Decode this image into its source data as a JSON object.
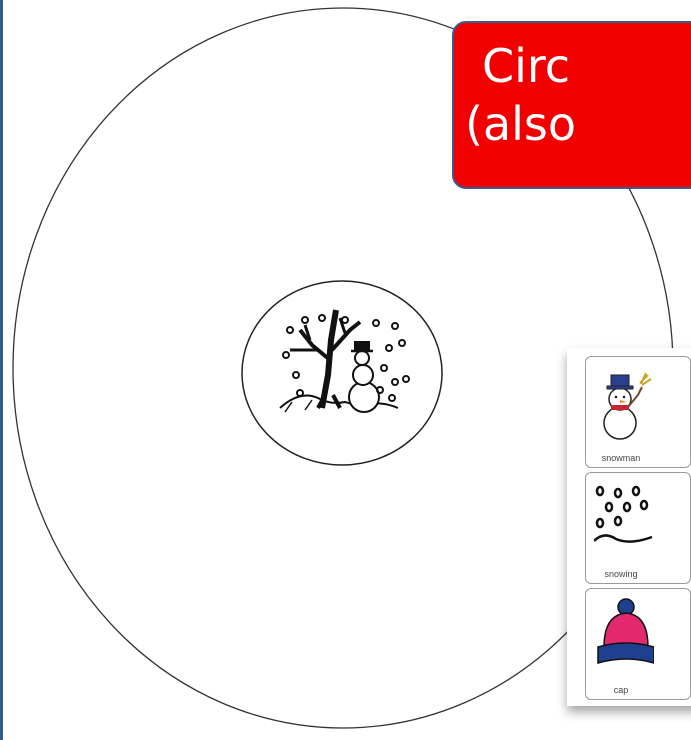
{
  "title": {
    "line1": "Circ",
    "line2": "(also"
  },
  "center_picture": {
    "icon": "snowy-tree-snowman-icon"
  },
  "cards": [
    {
      "label": "snowman",
      "icon": "snowman-icon"
    },
    {
      "label": "snowing",
      "icon": "snowing-icon"
    },
    {
      "label": "cap",
      "icon": "winter-cap-icon"
    }
  ],
  "colors": {
    "title_bg": "#f00000",
    "title_border": "#3b5a8f",
    "cap_pink": "#e2286f",
    "cap_blue": "#1f3f8f"
  }
}
